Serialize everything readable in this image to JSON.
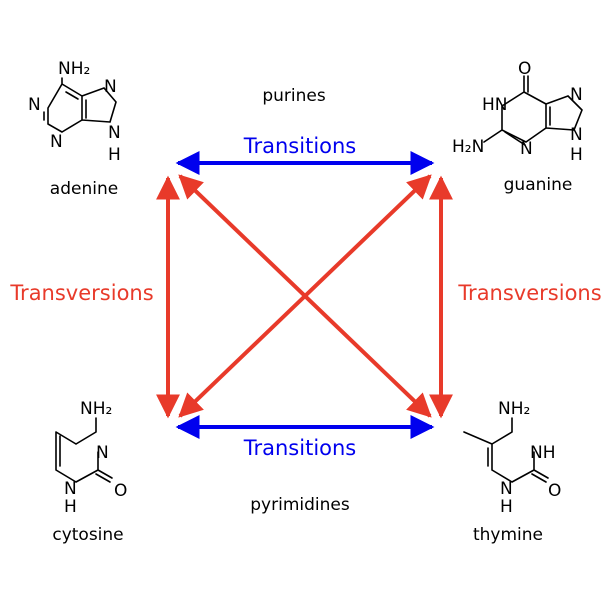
{
  "groups": {
    "top": "purines",
    "bottom": "pyrimidines"
  },
  "transitions": {
    "top": "Transitions",
    "bottom": "Transitions"
  },
  "transversions": {
    "left": "Transversions",
    "right": "Transversions"
  },
  "molecules": {
    "adenine": {
      "name": "adenine",
      "nh2": "NH₂",
      "n": "N",
      "nh": "N",
      "h": "H"
    },
    "guanine": {
      "name": "guanine",
      "o": "O",
      "hn": "HN",
      "n": "N",
      "h2n": "H₂N",
      "nh": "N",
      "h": "H"
    },
    "cytosine": {
      "name": "cytosine",
      "nh2": "NH₂",
      "n": "N",
      "nh": "N",
      "h": "H",
      "o": "O"
    },
    "thymine": {
      "name": "thymine",
      "nh2": "NH₂",
      "nh": "NH",
      "n": "N",
      "h": "H",
      "o": "O"
    }
  },
  "colors": {
    "transition": "#0000ee",
    "transversion": "#e83a2a",
    "structure": "#000000"
  }
}
